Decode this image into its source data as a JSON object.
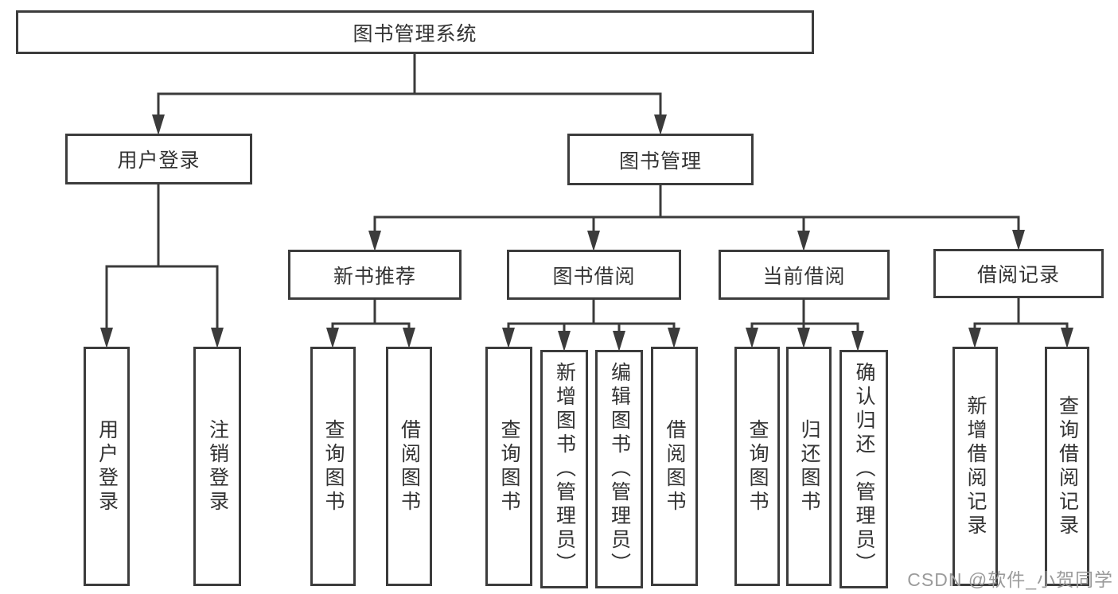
{
  "diagram": {
    "type": "hierarchy-diagram",
    "title": "图书管理系统",
    "tree": {
      "label": "图书管理系统",
      "children": [
        {
          "label": "用户登录",
          "children": [
            {
              "label": "用户登录"
            },
            {
              "label": "注销登录"
            }
          ]
        },
        {
          "label": "图书管理",
          "children": [
            {
              "label": "新书推荐",
              "children": [
                {
                  "label": "查询图书"
                },
                {
                  "label": "借阅图书"
                }
              ]
            },
            {
              "label": "图书借阅",
              "children": [
                {
                  "label": "查询图书"
                },
                {
                  "label": "新增图书（管理员）"
                },
                {
                  "label": "编辑图书（管理员）"
                },
                {
                  "label": "借阅图书"
                }
              ]
            },
            {
              "label": "当前借阅",
              "children": [
                {
                  "label": "查询图书"
                },
                {
                  "label": "归还图书"
                },
                {
                  "label": "确认归还（管理员）"
                }
              ]
            },
            {
              "label": "借阅记录",
              "children": [
                {
                  "label": "新增借阅记录"
                },
                {
                  "label": "查询借阅记录"
                }
              ]
            }
          ]
        }
      ]
    },
    "watermark": "CSDN @软件_小贺同学",
    "colors": {
      "line": "#3b3b3b",
      "box_border": "#3c3c3c",
      "box_fill": "#ffffff",
      "text": "#333333",
      "background": "#ffffff",
      "watermark": "#9b9b9b"
    }
  }
}
